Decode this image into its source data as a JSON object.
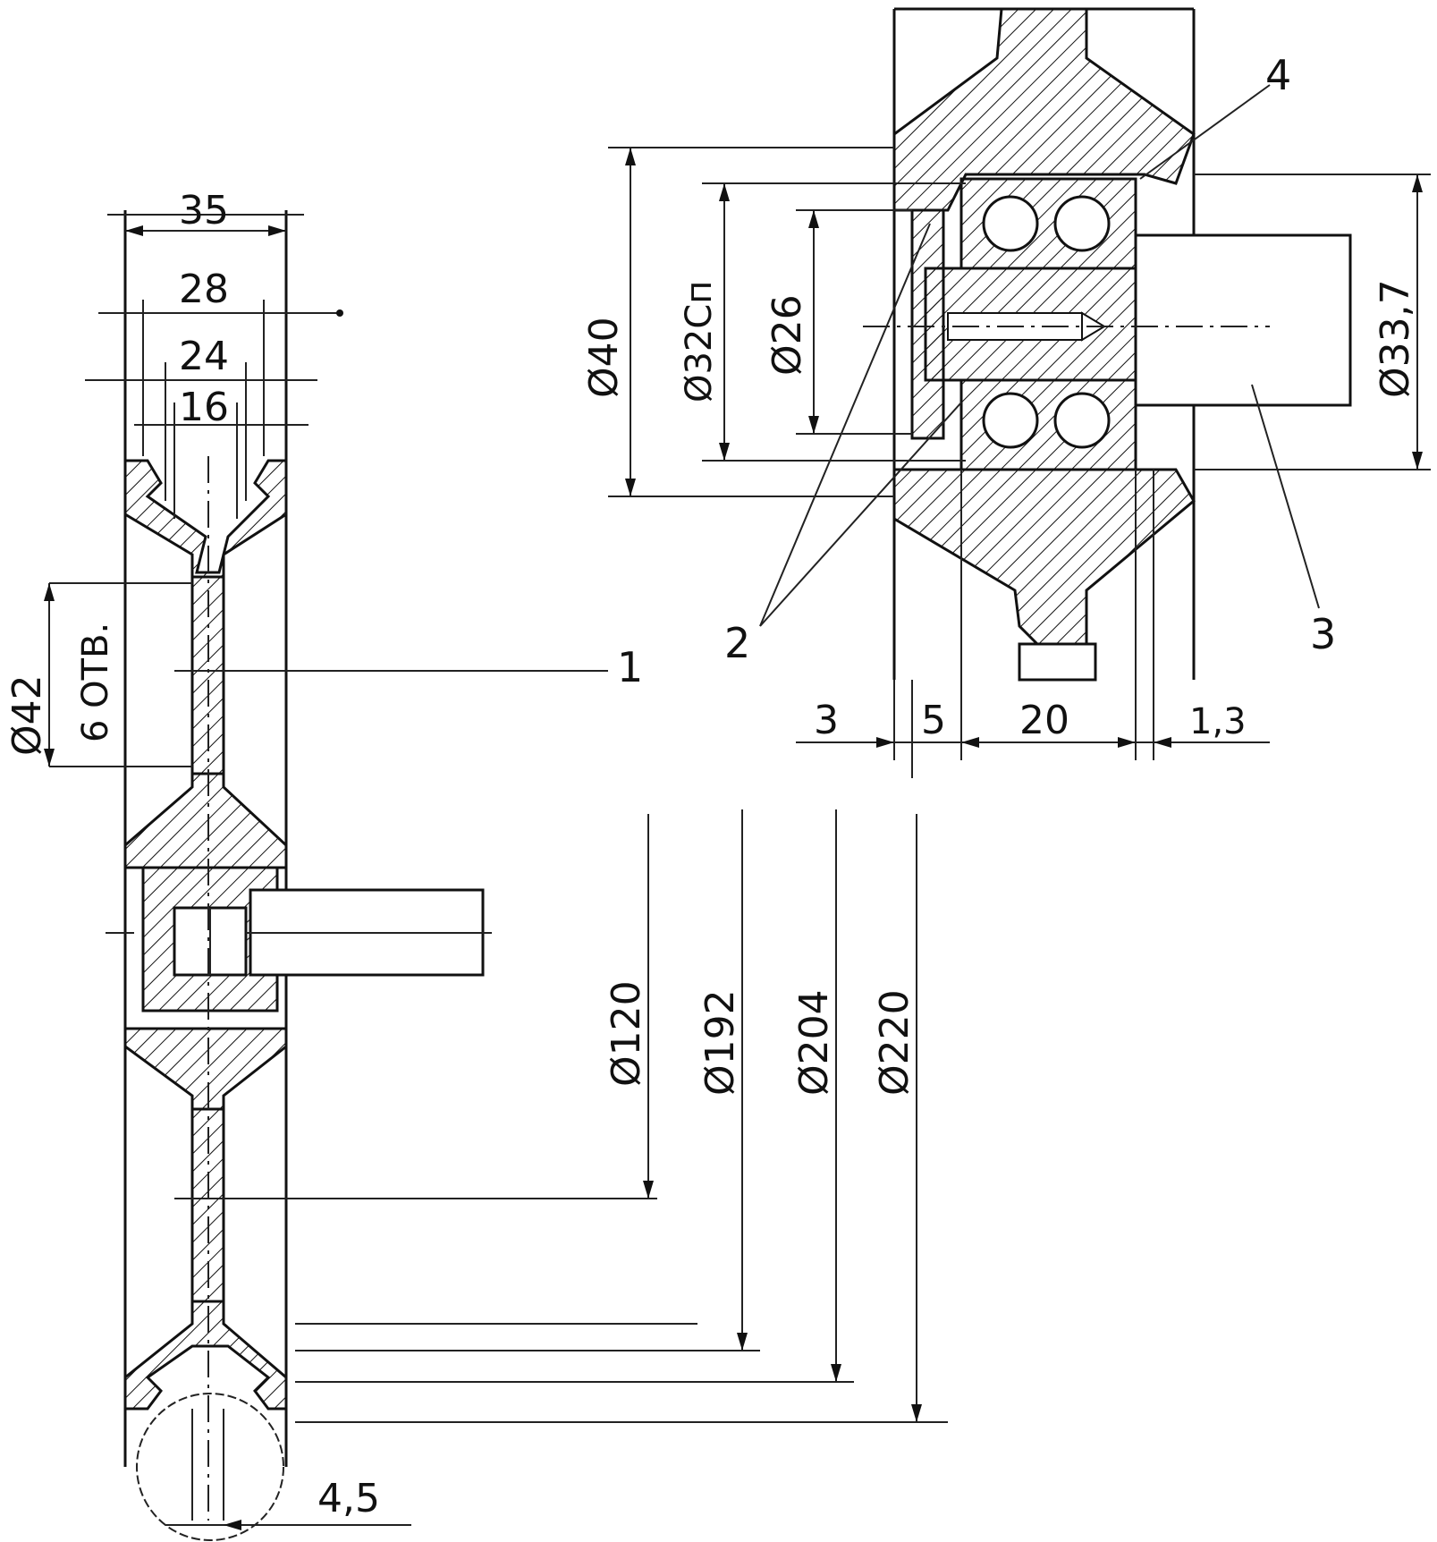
{
  "dimensions": {
    "width_35": "35",
    "width_28": "28",
    "width_24": "24",
    "width_16": "16",
    "holes_diameter": "Ø42",
    "holes_count": "6 ОТВ.",
    "d120": "Ø120",
    "d192": "Ø192",
    "d204": "Ø204",
    "d220": "Ø220",
    "r45": "4,5",
    "d40": "Ø40",
    "d32": "Ø32Сп",
    "d26": "Ø26",
    "d33": "Ø33,7",
    "w3": "3",
    "w5": "5",
    "w20": "20",
    "w13": "1,3"
  },
  "part_refs": {
    "p1": "1",
    "p2": "2",
    "p3": "3",
    "p4": "4"
  }
}
